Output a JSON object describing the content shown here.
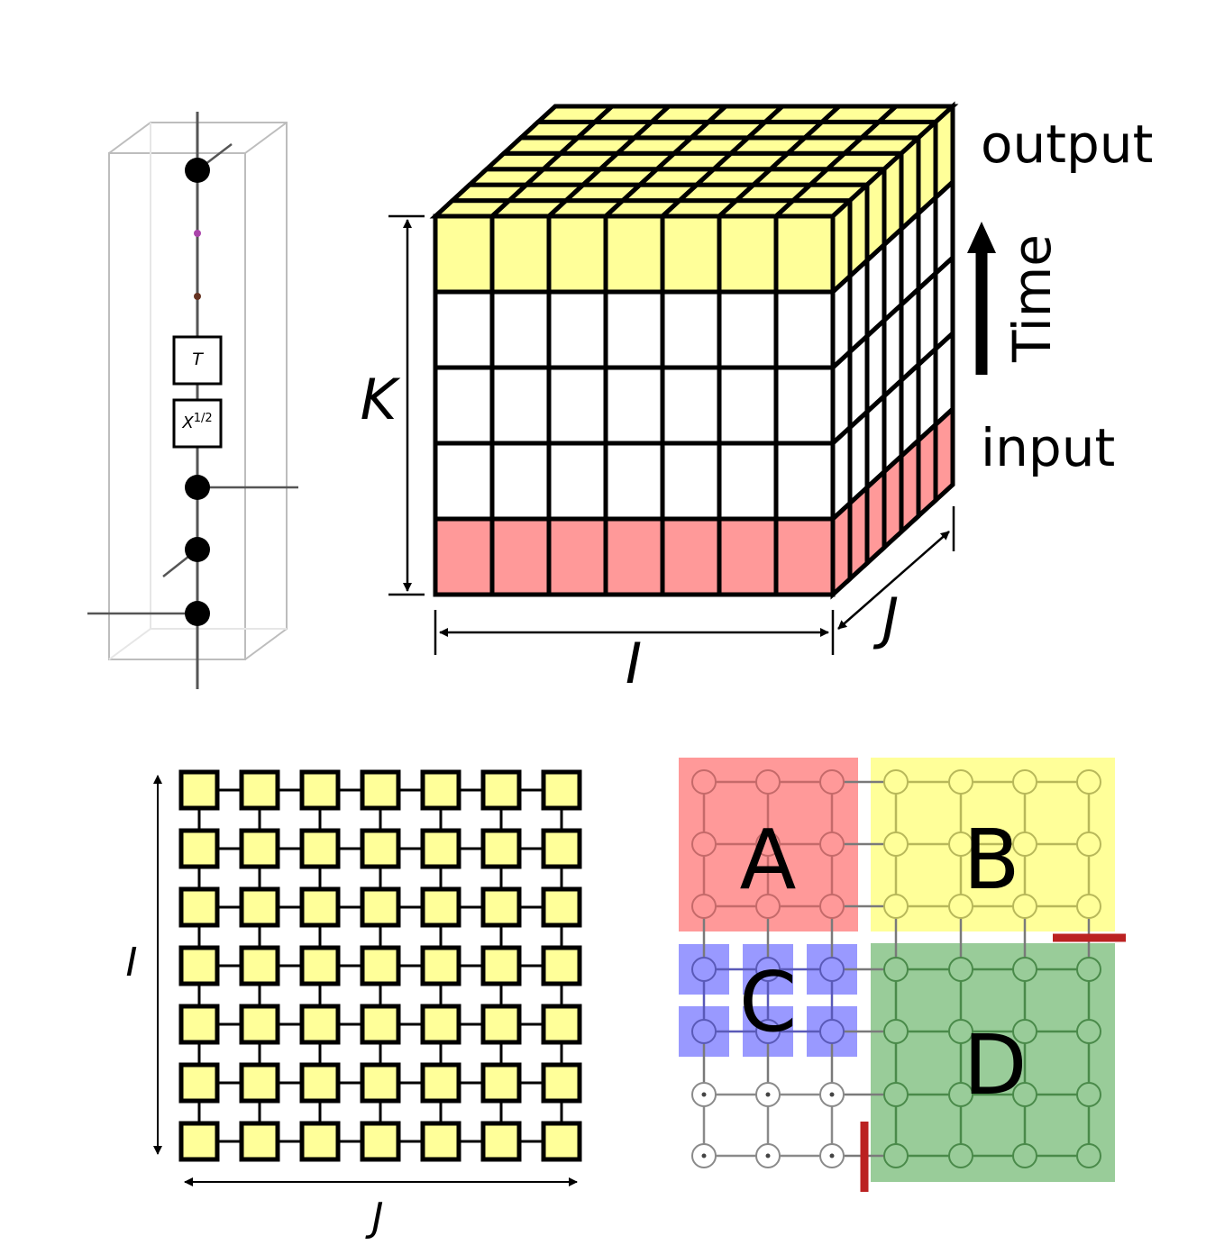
{
  "panel_a": {
    "gate_t": "T",
    "gate_x": "X",
    "gate_x_sup": "1/2"
  },
  "panel_b": {
    "label_k": "K",
    "label_i": "I",
    "label_j": "J",
    "label_output": "output",
    "label_input": "input",
    "label_time": "Time",
    "colors": {
      "output_layer": "#ffff99",
      "input_layer": "#ff9999",
      "middle": "#ffffff"
    }
  },
  "panel_c": {
    "label_i": "I",
    "label_j": "J",
    "tile_color": "#ffff99"
  },
  "panel_d": {
    "label_a": "A",
    "label_b": "B",
    "label_c": "C",
    "label_d": "D",
    "colors": {
      "A": "#ff9999",
      "B": "#ffff99",
      "C": "#9999ff",
      "D": "#99cc99",
      "cut": "#bb2222"
    }
  }
}
